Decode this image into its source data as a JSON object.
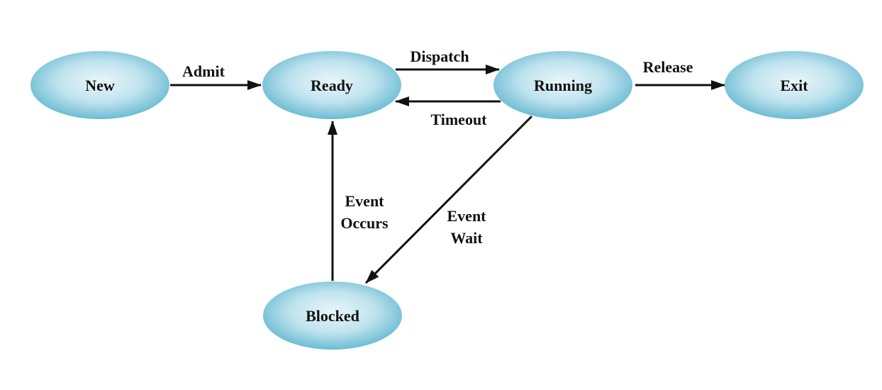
{
  "states": {
    "new": "New",
    "ready": "Ready",
    "running": "Running",
    "exit": "Exit",
    "blocked": "Blocked"
  },
  "transitions": {
    "admit": "Admit",
    "dispatch": "Dispatch",
    "timeout": "Timeout",
    "release": "Release",
    "event_wait_line1": "Event",
    "event_wait_line2": "Wait",
    "event_occurs_line1": "Event",
    "event_occurs_line2": "Occurs"
  },
  "colors": {
    "node_center": "#eaf6fa",
    "node_edge": "#6cbcd4",
    "arrow": "#111111"
  }
}
